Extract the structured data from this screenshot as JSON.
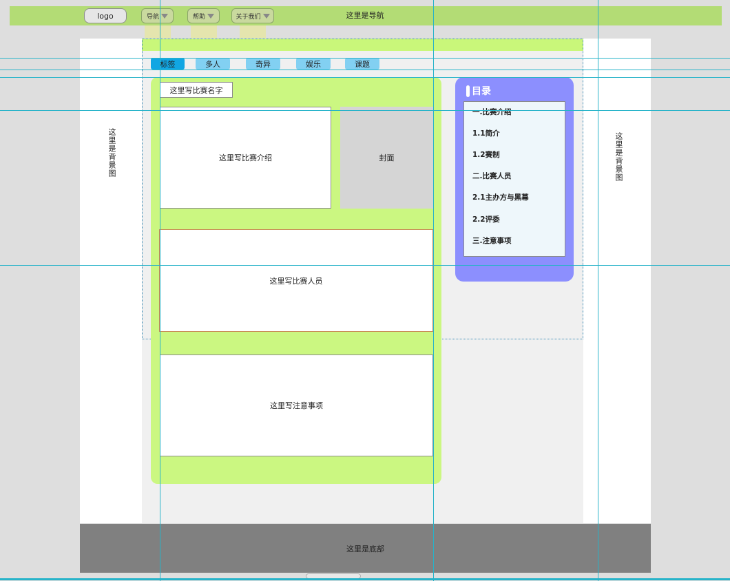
{
  "navbar": {
    "logo": "logo",
    "items": [
      {
        "label": "导航"
      },
      {
        "label": "帮助"
      },
      {
        "label": "关于我们"
      }
    ],
    "title": "这里是导航"
  },
  "tabs": [
    "标签",
    "多人",
    "奇异",
    "娱乐",
    "课题"
  ],
  "competition": {
    "name": "这里写比赛名字",
    "intro": "这里写比赛介绍",
    "cover": "封面",
    "members": "这里写比赛人员",
    "notes": "这里写注意事项"
  },
  "toc": {
    "title": "目录",
    "items": [
      "一.比赛介绍",
      "1.1简介",
      "1.2赛制",
      "二.比赛人员",
      "2.1主办方与黑幕",
      "2.2评委",
      "三.注意事项"
    ]
  },
  "background": {
    "left": "这里是背景图",
    "right": "这里是背景图"
  },
  "footer": "这里是底部",
  "colors": {
    "nav": "#b3dc75",
    "panel": "#cbf781",
    "toc": "#8c8ffe",
    "tab": "#82d0f2",
    "tab_active": "#11a6e3",
    "footer": "#808080",
    "guides": "#27b3c9"
  }
}
